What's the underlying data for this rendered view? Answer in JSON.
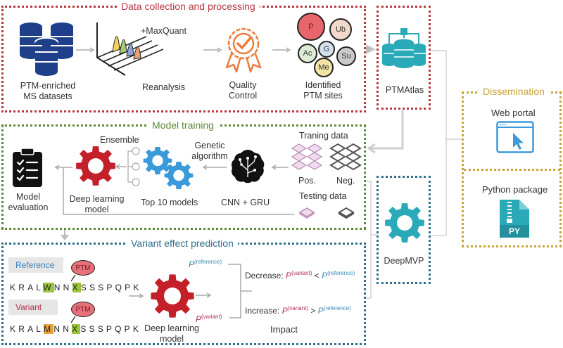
{
  "sections": {
    "data_collection": "Data collection and processing",
    "model_training": "Model training",
    "variant_effect": "Variant effect prediction",
    "dissemination": "Dissemination"
  },
  "data_collection": {
    "datasets": "PTM-enriched MS datasets",
    "maxquant": "+MaxQuant",
    "reanalysis": "Reanalysis",
    "quality_control": "Quality Control",
    "identified_sites": "Identified PTM sites",
    "ptm_types": [
      "P",
      "Ub",
      "Ac",
      "G",
      "Su",
      "Me"
    ]
  },
  "ptmatlas": {
    "label": "PTMAtlas"
  },
  "model_training": {
    "training_data": "Traning data",
    "pos": "Pos.",
    "neg": "Neg.",
    "testing_data": "Testing data",
    "cnn_gru": "CNN + GRU",
    "genetic_algorithm": "Genetic algorithm",
    "top10": "Top 10 models",
    "ensemble": "Ensemble",
    "deep_learning": "Deep learning model",
    "evaluation": "Model evaluation"
  },
  "deepmvp": {
    "label": "DeepMVP"
  },
  "dissemination": {
    "web_portal": "Web portal",
    "python_package": "Python package",
    "py_badge": "PY"
  },
  "variant_effect": {
    "reference_tag": "Reference",
    "variant_tag": "Variant",
    "ptm_label": "PTM",
    "ref_seq": {
      "pre": "KRAL",
      "mut": "W",
      "mid": "NN",
      "site": "X",
      "post": "SSSPQPK"
    },
    "var_seq": {
      "pre": "KRAL",
      "mut": "M",
      "mid": "NN",
      "site": "X",
      "post": "SSSPQPK"
    },
    "deep_learning": "Deep learning model",
    "p_letter": "P",
    "reference_sup": "(reference)",
    "variant_sup": "(variant)",
    "decrease": "Decrease:",
    "increase": "Increase:",
    "lt": "<",
    "gt": ">",
    "impact": "Impact"
  },
  "colors": {
    "red": "#b5383f",
    "green": "#5d8a3a",
    "blue": "#2e6f8a",
    "gold": "#c9a437",
    "navy": "#1f3f8a",
    "teal": "#2aa9b8",
    "sky": "#3b9ad9",
    "orange": "#ea7d3c"
  }
}
